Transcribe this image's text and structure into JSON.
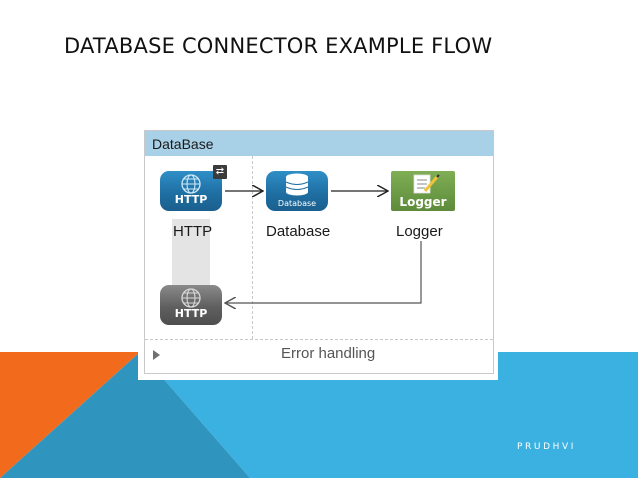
{
  "slide": {
    "title": "DATABASE CONNECTOR EXAMPLE FLOW",
    "footer": "PRUDHVI",
    "colors": {
      "orange": "#f26b1d",
      "blue": "#3ab1e0",
      "dark_blue": "#2f95bf"
    }
  },
  "flow": {
    "name": "DataBase",
    "error_section": "Error handling",
    "nodes": [
      {
        "id": "http",
        "icon": "http-globe-icon",
        "badge_icon": "exchange-pattern-icon",
        "label": "HTTP",
        "icon_text": "HTTP"
      },
      {
        "id": "database",
        "icon": "database-cylinder-icon",
        "label": "Database",
        "icon_text": "Database"
      },
      {
        "id": "logger",
        "icon": "logger-notepad-icon",
        "label": "Logger",
        "icon_text": "Logger"
      },
      {
        "id": "http-response",
        "icon": "http-globe-icon",
        "icon_text": "HTTP"
      }
    ]
  }
}
